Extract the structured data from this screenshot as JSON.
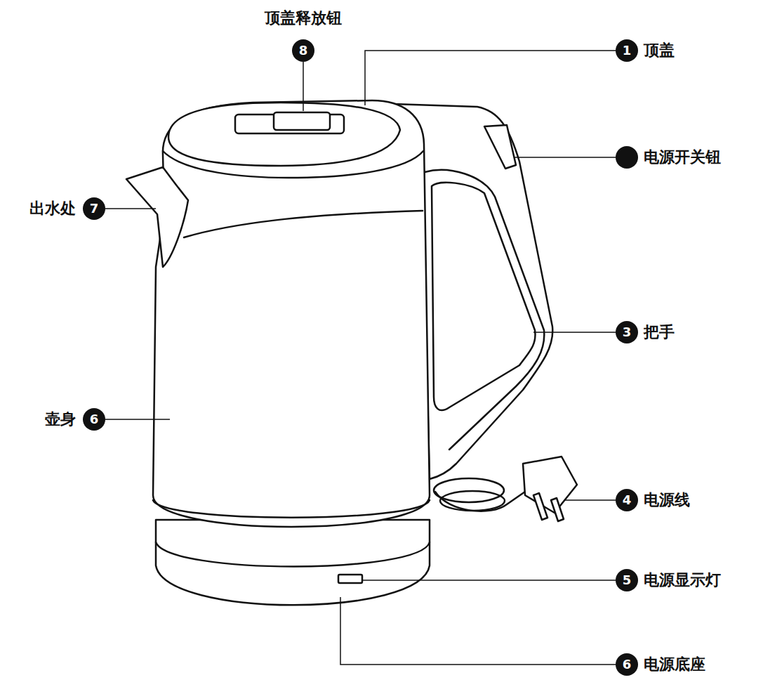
{
  "diagram": {
    "labels": [
      "顶盖释放钮",
      "8",
      "1",
      "顶盖",
      "电源开关钮",
      "出水处",
      "7",
      "3",
      "把手",
      "壶身",
      "6",
      "4",
      "电源线",
      "5",
      "电源显示灯",
      "6",
      "电源底座"
    ]
  }
}
